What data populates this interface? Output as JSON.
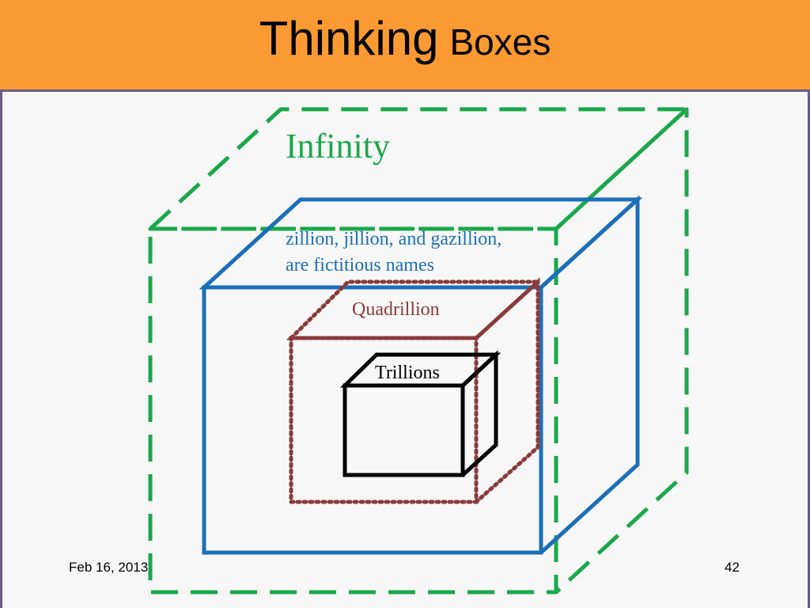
{
  "slide": {
    "title_word1": "Thinking",
    "title_word2": "Boxes",
    "footer_date": "Feb 16, 2013",
    "page_number": "42"
  },
  "diagram": {
    "infinity_label": "Infinity",
    "zillion_line1": "zillion, jillion, and gazillion,",
    "zillion_line2": "are fictitious names",
    "quadrillion_label": "Quadrillion",
    "trillions_label": "Trillions"
  },
  "colors": {
    "title_bar": "#fb9a33",
    "infinity_box": "#1aa84a",
    "zillion_box": "#1b6fb8",
    "quadrillion_box": "#8a3a3a",
    "trillions_box": "#000000"
  }
}
